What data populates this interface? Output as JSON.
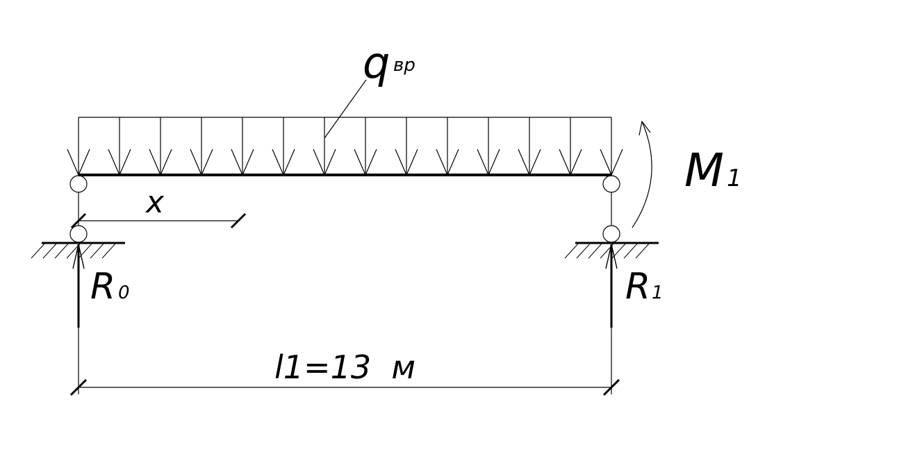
{
  "labels": {
    "load_symbol": "q",
    "load_subscript": "вр",
    "moment_symbol": "M",
    "moment_subscript": "1",
    "coord": "x",
    "left_reaction_symbol": "R",
    "left_reaction_subscript": "0",
    "right_reaction_symbol": "R",
    "right_reaction_subscript": "1",
    "span": "l1=13  м"
  },
  "colors": {
    "ink": "#000000",
    "background": "#ffffff"
  }
}
